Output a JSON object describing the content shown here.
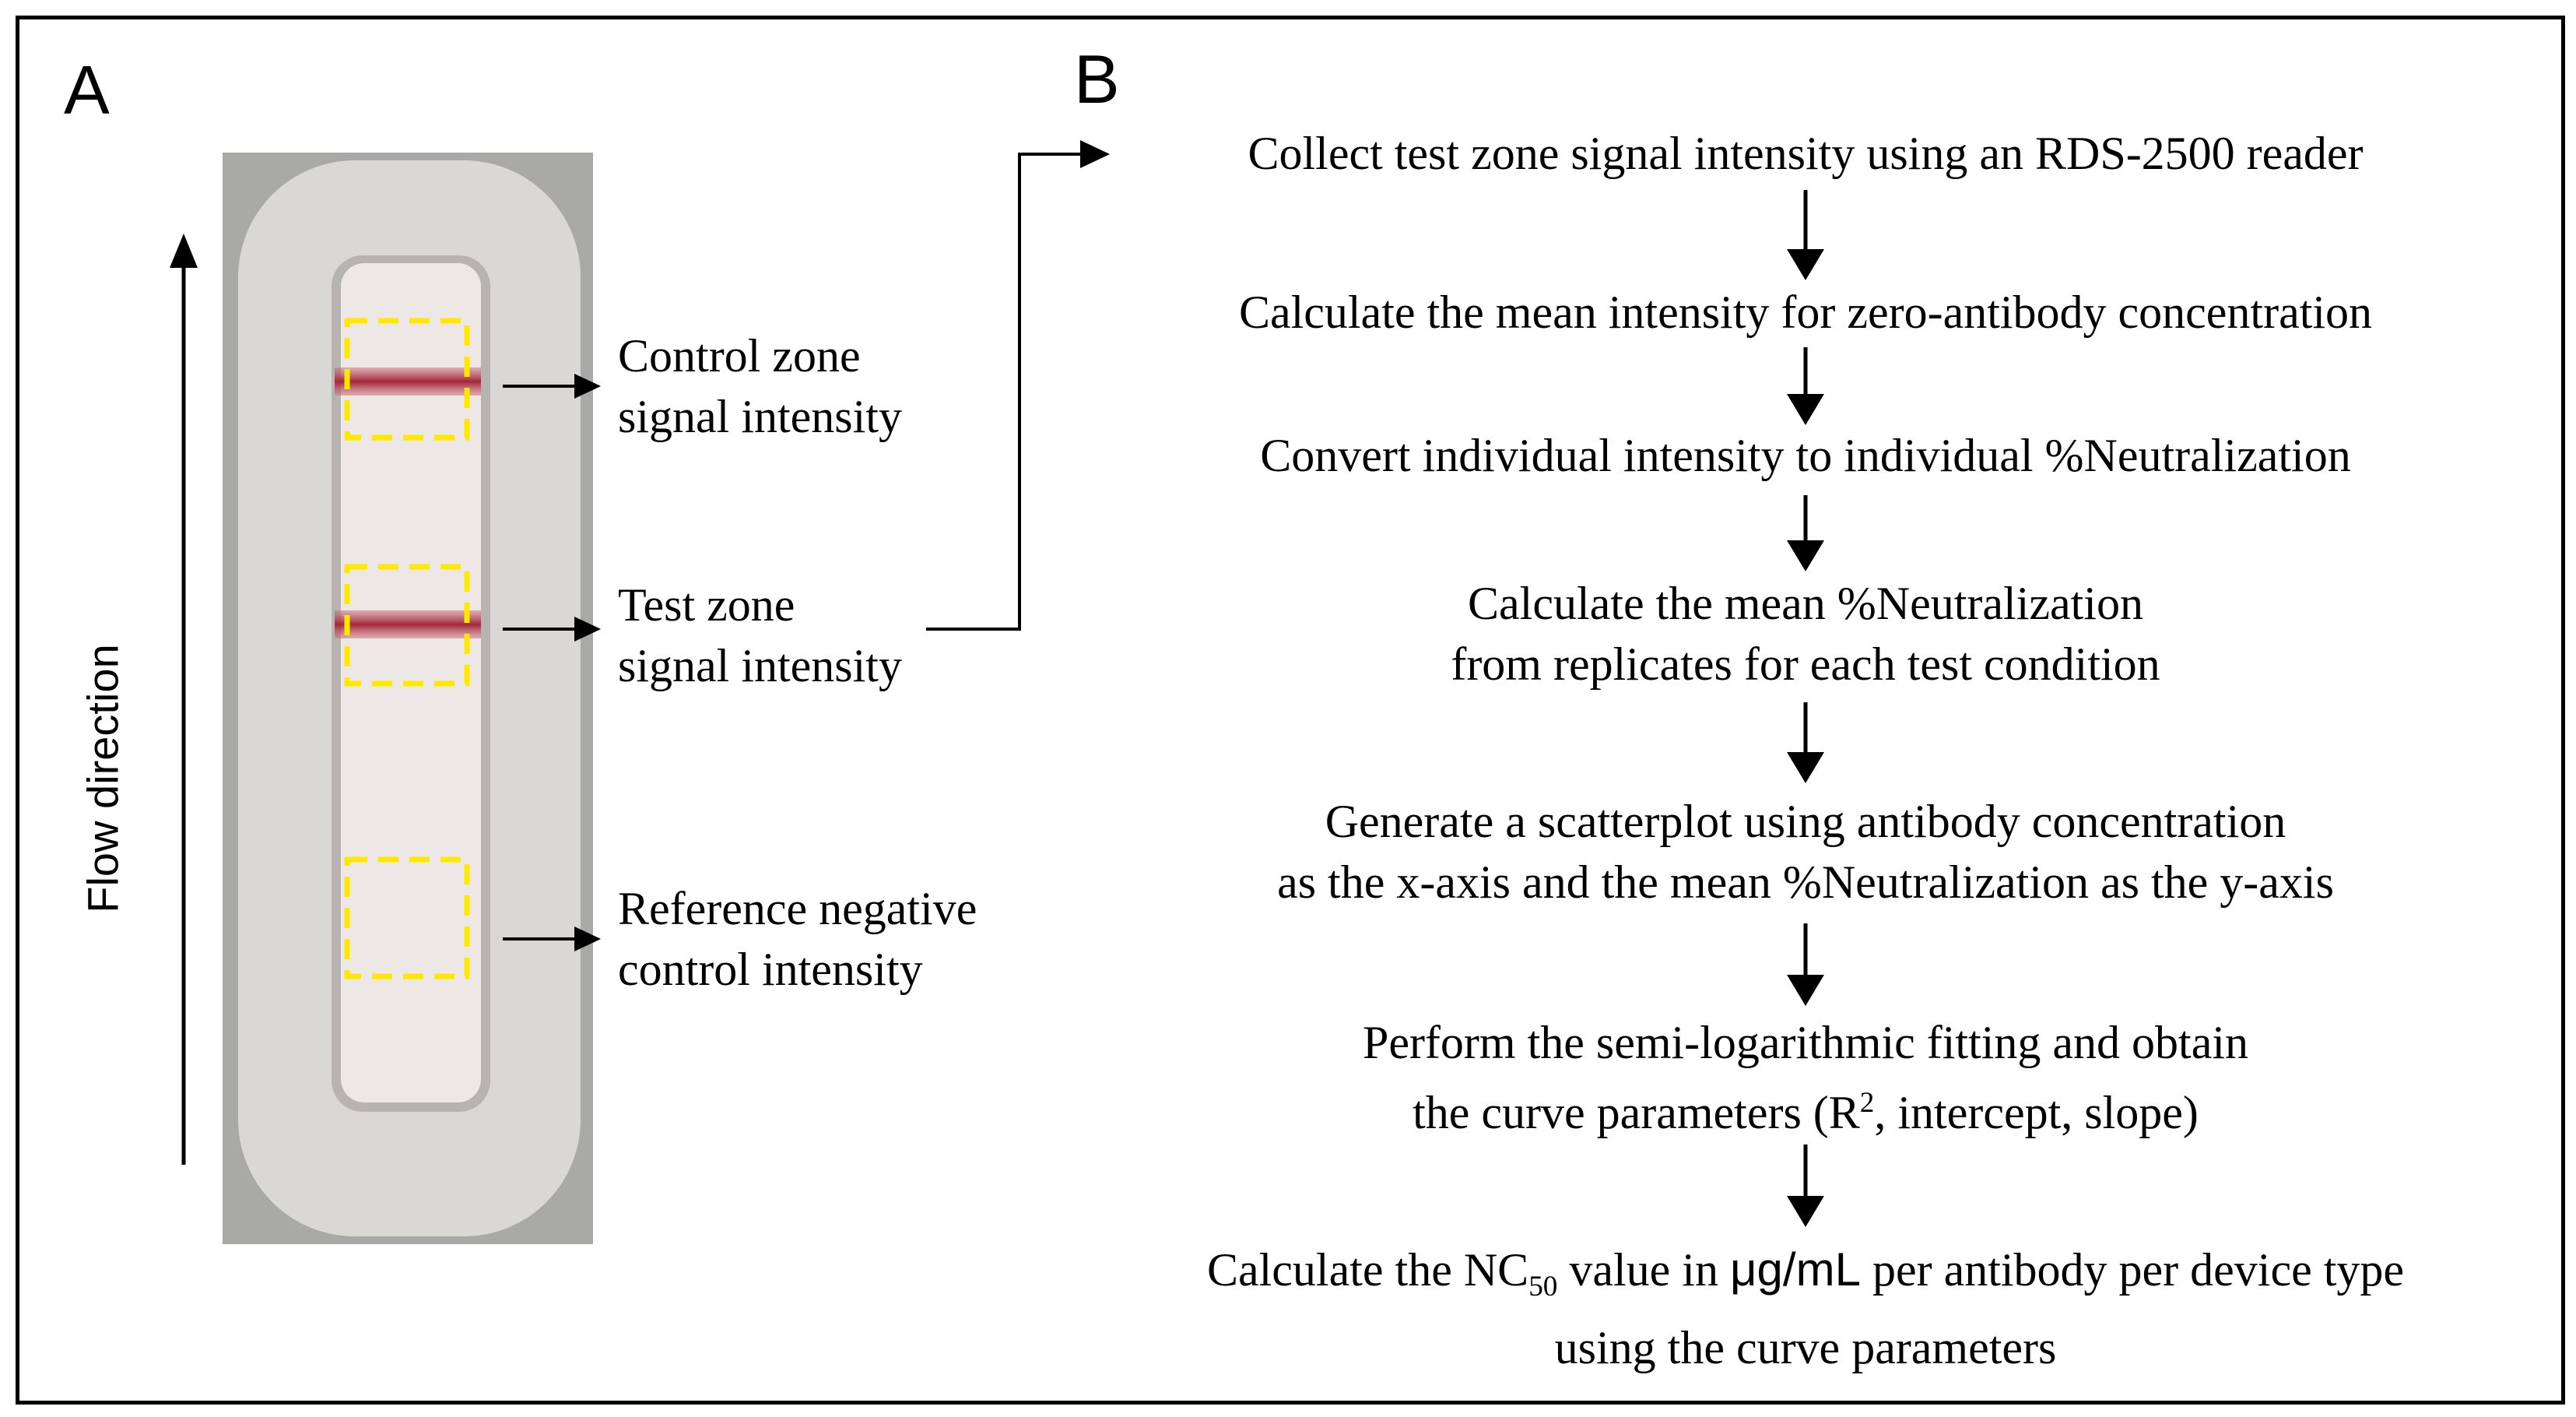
{
  "panel_a": {
    "letter": "A",
    "flow_label": "Flow direction",
    "zones": [
      {
        "line1": "Control zone",
        "line2": "signal intensity"
      },
      {
        "line1": "Test zone",
        "line2": "signal intensity"
      },
      {
        "line1": "Reference negative",
        "line2": "control intensity"
      }
    ]
  },
  "panel_b": {
    "letter": "B",
    "steps": [
      {
        "lines": [
          "Collect test zone signal intensity using an RDS-2500 reader"
        ]
      },
      {
        "lines": [
          "Calculate the mean intensity for zero-antibody concentration"
        ]
      },
      {
        "lines": [
          "Convert individual intensity to individual %Neutralization"
        ]
      },
      {
        "lines": [
          "Calculate the mean %Neutralization",
          "from replicates for each test condition"
        ]
      },
      {
        "lines": [
          "Generate a scatterplot using antibody concentration",
          "as the x-axis and the mean %Neutralization as the y-axis"
        ]
      },
      {
        "lines": [
          "Perform the semi-logarithmic fitting and obtain"
        ],
        "line2_pre": "the curve parameters (R",
        "line2_sup": "2",
        "line2_post": ", intercept, slope)"
      },
      {
        "line1_pre": "Calculate the NC",
        "line1_sub": "50",
        "line1_mid": " value in ",
        "line1_unit": "μg/mL",
        "line1_post": " per antibody per device type",
        "lines": [
          "using the curve parameters"
        ]
      }
    ]
  },
  "colors": {
    "strip_outer": "#a9a9a7",
    "strip_inner": "#d6d5d2",
    "window": "#ede7e6",
    "band": "#a32638",
    "dashed_box": "#ffe800"
  }
}
